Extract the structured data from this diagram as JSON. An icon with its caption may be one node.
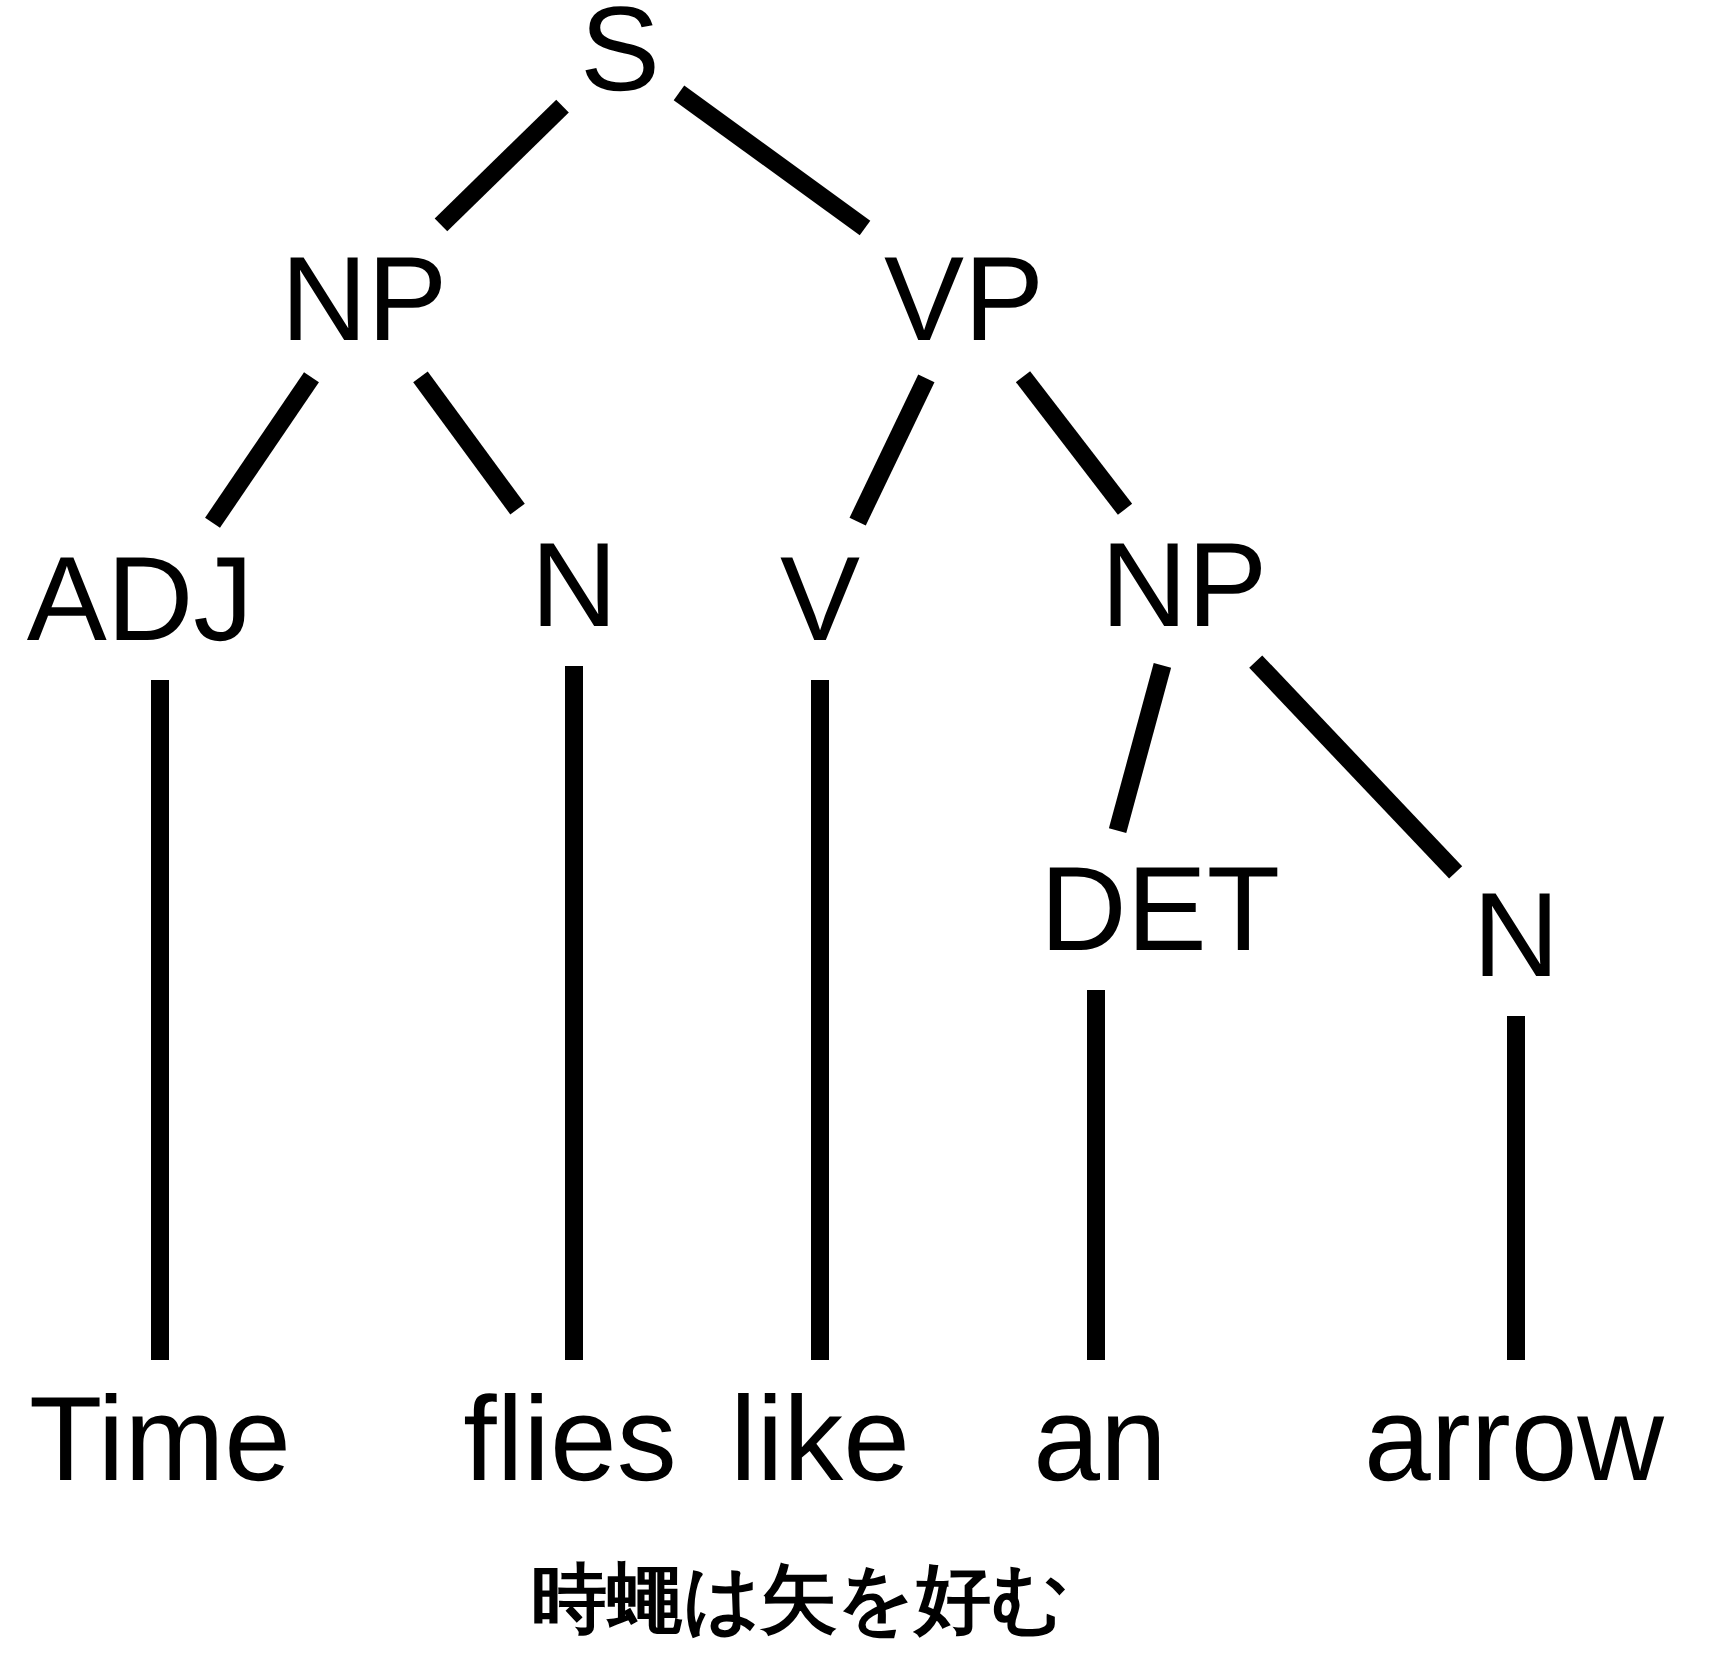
{
  "diagram": {
    "caption": "時蠅は矢を好む",
    "nodes": [
      {
        "text": [
          "S"
        ]
      },
      {
        "text": [
          "NP"
        ]
      },
      {
        "text": [
          "VP"
        ]
      },
      {
        "text": [
          "ADJ"
        ]
      },
      {
        "text": [
          "N"
        ]
      },
      {
        "text": [
          "V"
        ]
      },
      {
        "text": [
          "NP"
        ]
      },
      {
        "text": [
          "DET"
        ]
      },
      {
        "text": [
          "N"
        ]
      },
      {
        "text": [
          "Time"
        ]
      },
      {
        "text": [
          "flies"
        ]
      },
      {
        "text": [
          "like"
        ]
      },
      {
        "text": [
          "an"
        ]
      },
      {
        "text": [
          "arrow"
        ]
      }
    ],
    "edges": [
      {
        "from": 0,
        "to": 1,
        "arrow": "none"
      },
      {
        "from": 0,
        "to": 2,
        "arrow": "none"
      },
      {
        "from": 1,
        "to": 3,
        "arrow": "none"
      },
      {
        "from": 1,
        "to": 4,
        "arrow": "none"
      },
      {
        "from": 2,
        "to": 5,
        "arrow": "none"
      },
      {
        "from": 2,
        "to": 6,
        "arrow": "none"
      },
      {
        "from": 3,
        "to": 9,
        "arrow": "none"
      },
      {
        "from": 4,
        "to": 10,
        "arrow": "none"
      },
      {
        "from": 5,
        "to": 11,
        "arrow": "none"
      },
      {
        "from": 6,
        "to": 7,
        "arrow": "none"
      },
      {
        "from": 6,
        "to": 8,
        "arrow": "none"
      },
      {
        "from": 7,
        "to": 12,
        "arrow": "none"
      },
      {
        "from": 8,
        "to": 13,
        "arrow": "none"
      }
    ]
  }
}
